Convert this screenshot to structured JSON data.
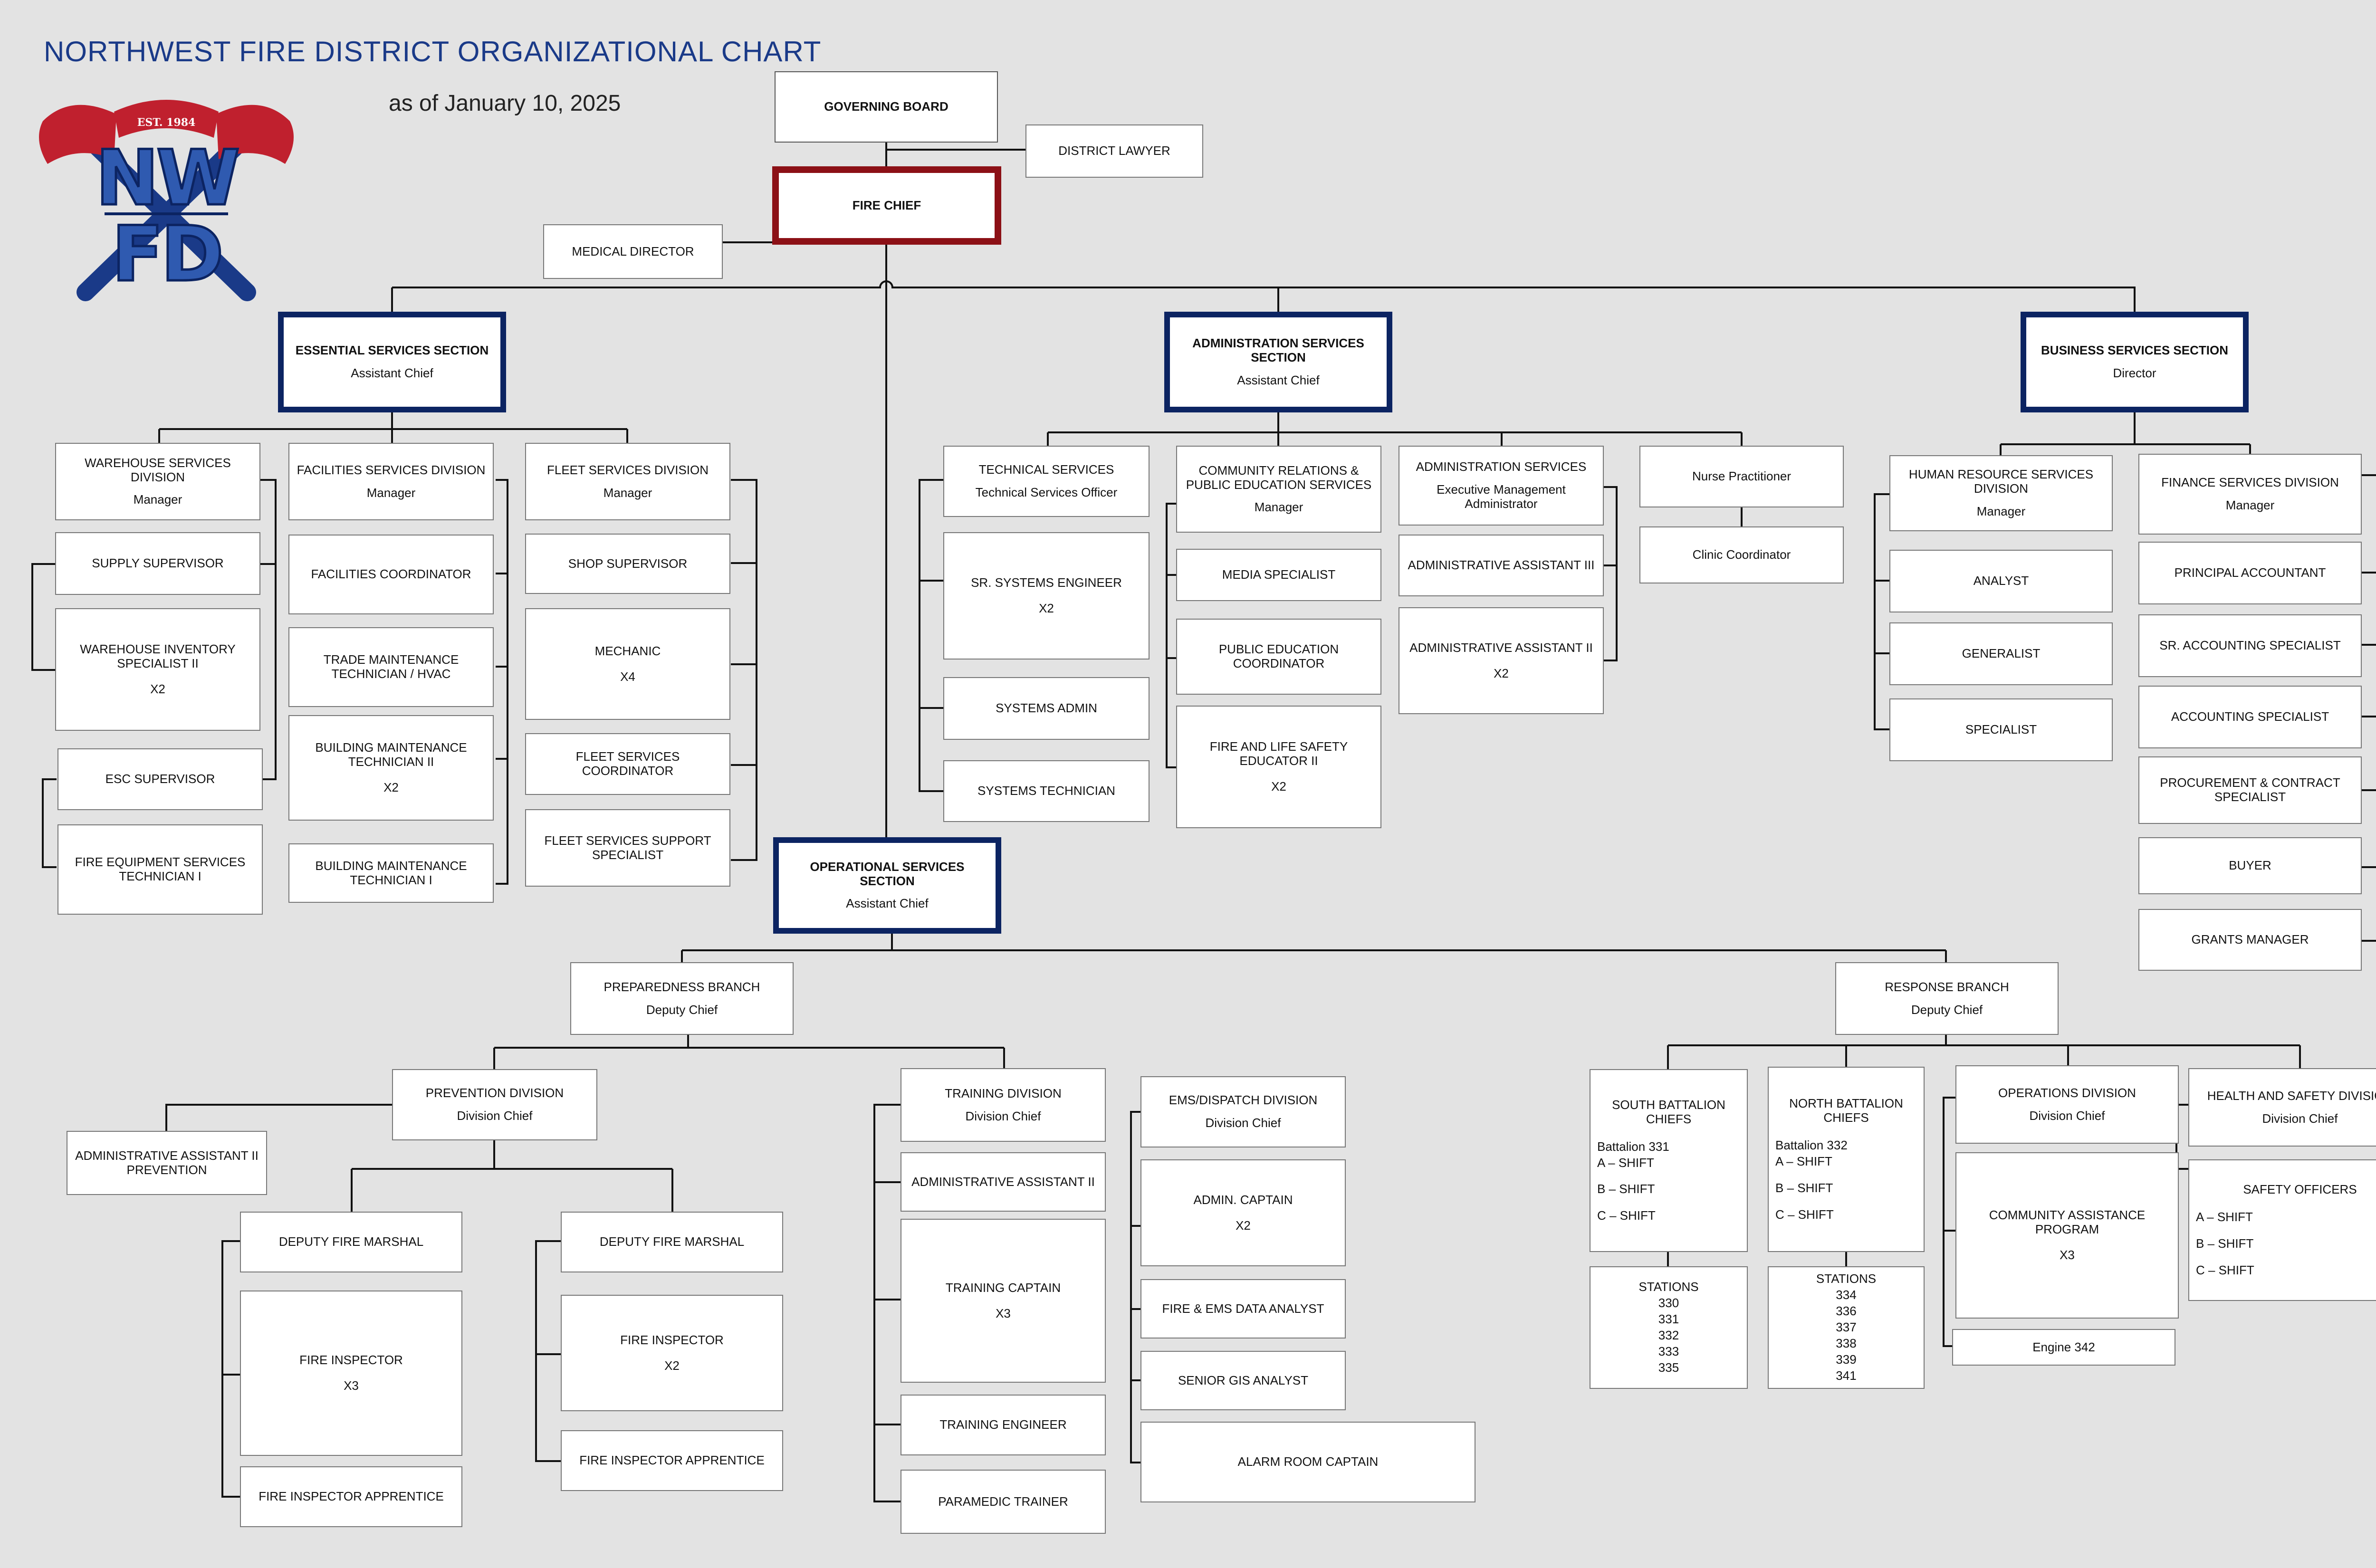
{
  "title": "NORTHWEST FIRE DISTRICT ORGANIZATIONAL CHART",
  "subtitle": "as of January 10, 2025",
  "logo": {
    "est": "EST. 1984",
    "letters_top": "NW",
    "letters_bottom": "FD"
  },
  "colors": {
    "section_border": "#0c2462",
    "chief_border": "#8c1016",
    "title": "#1a3a88"
  },
  "nodes": {
    "governing_board": {
      "title": "GOVERNING BOARD"
    },
    "district_lawyer": {
      "title": "DISTRICT LAWYER"
    },
    "fire_chief": {
      "title": "FIRE CHIEF"
    },
    "medical_director": {
      "title": "MEDICAL DIRECTOR"
    },
    "essential": {
      "title": "ESSENTIAL SERVICES SECTION",
      "sub": "Assistant Chief"
    },
    "administration": {
      "title": "ADMINISTRATION SERVICES SECTION",
      "sub": "Assistant Chief"
    },
    "business": {
      "title": "BUSINESS SERVICES SECTION",
      "sub": "Director"
    },
    "operational": {
      "title": "OPERATIONAL SERVICES SECTION",
      "sub": "Assistant Chief"
    },
    "warehouse_div": {
      "title": "WAREHOUSE SERVICES DIVISION",
      "sub": "Manager"
    },
    "supply_supervisor": {
      "title": "SUPPLY SUPERVISOR"
    },
    "warehouse_inv": {
      "title": "WAREHOUSE INVENTORY SPECIALIST II",
      "mult": "X2"
    },
    "esc_supervisor": {
      "title": "ESC SUPERVISOR"
    },
    "fire_equip_tech": {
      "title": "FIRE EQUIPMENT SERVICES TECHNICIAN I"
    },
    "facilities_div": {
      "title": "FACILITIES SERVICES DIVISION",
      "sub": "Manager"
    },
    "facilities_coord": {
      "title": "FACILITIES COORDINATOR"
    },
    "trade_maint": {
      "title": "TRADE MAINTENANCE TECHNICIAN / HVAC"
    },
    "bldg_maint_2": {
      "title": "BUILDING MAINTENANCE TECHNICIAN II",
      "mult": "X2"
    },
    "bldg_maint_1": {
      "title": "BUILDING MAINTENANCE TECHNICIAN I"
    },
    "fleet_div": {
      "title": "FLEET SERVICES DIVISION",
      "sub": "Manager"
    },
    "shop_supervisor": {
      "title": "SHOP SUPERVISOR"
    },
    "mechanic": {
      "title": "MECHANIC",
      "mult": "X4"
    },
    "fleet_coord": {
      "title": "FLEET SERVICES COORDINATOR"
    },
    "fleet_support": {
      "title": "FLEET SERVICES SUPPORT SPECIALIST"
    },
    "tech_services": {
      "title": "TECHNICAL SERVICES",
      "sub": "Technical Services Officer"
    },
    "sr_sys_eng": {
      "title": "SR. SYSTEMS ENGINEER",
      "mult": "X2"
    },
    "sys_admin": {
      "title": "SYSTEMS ADMIN"
    },
    "sys_tech": {
      "title": "SYSTEMS TECHNICIAN"
    },
    "community_rel": {
      "title": "COMMUNITY RELATIONS & PUBLIC EDUCATION SERVICES",
      "sub": "Manager"
    },
    "media_spec": {
      "title": "MEDIA SPECIALIST"
    },
    "pub_ed_coord": {
      "title": "PUBLIC EDUCATION COORDINATOR"
    },
    "fire_life_safety": {
      "title": "FIRE AND LIFE SAFETY EDUCATOR II",
      "mult": "X2"
    },
    "admin_services": {
      "title": "ADMINISTRATION SERVICES",
      "sub": "Executive Management Administrator"
    },
    "admin_asst_3": {
      "title": "ADMINISTRATIVE ASSISTANT III"
    },
    "admin_asst_2": {
      "title": "ADMINISTRATIVE ASSISTANT II",
      "mult": "X2"
    },
    "nurse_prac": {
      "title": "Nurse Practitioner"
    },
    "clinic_coord": {
      "title": "Clinic Coordinator"
    },
    "hr_div": {
      "title": "HUMAN RESOURCE SERVICES DIVISION",
      "sub": "Manager"
    },
    "analyst": {
      "title": "ANALYST"
    },
    "generalist": {
      "title": "GENERALIST"
    },
    "specialist": {
      "title": "SPECIALIST"
    },
    "finance_div": {
      "title": "FINANCE SERVICES DIVISION",
      "sub": "Manager"
    },
    "principal_acct": {
      "title": "PRINCIPAL ACCOUNTANT"
    },
    "sr_acct_spec": {
      "title": "SR. ACCOUNTING SPECIALIST"
    },
    "acct_spec": {
      "title": "ACCOUNTING SPECIALIST"
    },
    "procurement": {
      "title": "PROCUREMENT & CONTRACT SPECIALIST"
    },
    "buyer": {
      "title": "BUYER"
    },
    "grants_mgr": {
      "title": "GRANTS MANAGER"
    },
    "preparedness": {
      "title": "PREPAREDNESS BRANCH",
      "sub": "Deputy Chief"
    },
    "response": {
      "title": "RESPONSE BRANCH",
      "sub": "Deputy Chief"
    },
    "prevention_div": {
      "title": "PREVENTION DIVISION",
      "sub": "Division Chief"
    },
    "admin_asst_prev": {
      "title": "ADMINISTRATIVE ASSISTANT II PREVENTION"
    },
    "dfm_1": {
      "title": "DEPUTY FIRE MARSHAL"
    },
    "fire_insp_1": {
      "title": "FIRE INSPECTOR",
      "mult": "X3"
    },
    "fire_insp_app_1": {
      "title": "FIRE INSPECTOR APPRENTICE"
    },
    "dfm_2": {
      "title": "DEPUTY FIRE MARSHAL"
    },
    "fire_insp_2": {
      "title": "FIRE INSPECTOR",
      "mult": "X2"
    },
    "fire_insp_app_2": {
      "title": "FIRE INSPECTOR APPRENTICE"
    },
    "training_div": {
      "title": "TRAINING DIVISION",
      "sub": "Division Chief"
    },
    "admin_asst_train": {
      "title": "ADMINISTRATIVE ASSISTANT II"
    },
    "training_captain": {
      "title": "TRAINING CAPTAIN",
      "mult": "X3"
    },
    "training_eng": {
      "title": "TRAINING ENGINEER"
    },
    "paramedic_trainer": {
      "title": "PARAMEDIC TRAINER"
    },
    "ems_div": {
      "title": "EMS/DISPATCH DIVISION",
      "sub": "Division Chief"
    },
    "admin_captain": {
      "title": "ADMIN. CAPTAIN",
      "mult": "X2"
    },
    "fire_ems_analyst": {
      "title": "FIRE & EMS DATA ANALYST"
    },
    "sr_gis": {
      "title": "SENIOR GIS ANALYST"
    },
    "alarm_room": {
      "title": "ALARM ROOM CAPTAIN"
    },
    "south_bc": {
      "title": "SOUTH BATTALION CHIEFS",
      "lines": [
        "Battalion 331",
        "A – SHIFT",
        "B – SHIFT",
        "C – SHIFT"
      ]
    },
    "south_stations": {
      "title": "STATIONS",
      "lines": [
        "330",
        "331",
        "332",
        "333",
        "335"
      ]
    },
    "north_bc": {
      "title": "NORTH BATTALION CHIEFS",
      "lines": [
        "Battalion 332",
        "A – SHIFT",
        "B – SHIFT",
        "C – SHIFT"
      ]
    },
    "north_stations": {
      "title": "STATIONS",
      "lines": [
        "334",
        "336",
        "337",
        "338",
        "339",
        "341"
      ]
    },
    "ops_div": {
      "title": "OPERATIONS DIVISION",
      "sub": "Division Chief"
    },
    "community_assist": {
      "title": "COMMUNITY ASSISTANCE PROGRAM",
      "mult": "X3"
    },
    "engine_342": {
      "title": "Engine 342"
    },
    "health_safety": {
      "title": "HEALTH AND SAFETY DIVISION",
      "sub": "Division Chief"
    },
    "safety_officers": {
      "title": "SAFETY OFFICERS",
      "lines": [
        "A – SHIFT",
        "B – SHIFT",
        "C – SHIFT"
      ]
    }
  }
}
